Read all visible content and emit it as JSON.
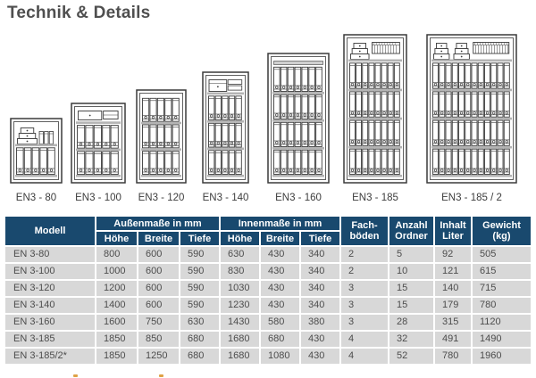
{
  "title": "Technik & Details",
  "safes": [
    {
      "label": "EN3 - 80"
    },
    {
      "label": "EN3 - 100"
    },
    {
      "label": "EN3 - 120"
    },
    {
      "label": "EN3 - 140"
    },
    {
      "label": "EN3 - 160"
    },
    {
      "label": "EN3 - 185"
    },
    {
      "label": "EN3 - 185 / 2"
    }
  ],
  "table": {
    "headers": {
      "modell": "Modell",
      "aussen": "Außenmaße in mm",
      "innen": "Innenmaße in mm",
      "hoehe": "Höhe",
      "breite": "Breite",
      "tiefe": "Tiefe",
      "fach1": "Fach-",
      "fach2": "böden",
      "anzahl1": "Anzahl",
      "anzahl2": "Ordner",
      "inhalt1": "Inhalt",
      "inhalt2": "Liter",
      "gewicht1": "Gewicht",
      "gewicht2": "(kg)"
    },
    "rows": [
      {
        "modell": "EN 3-80",
        "values": [
          "800",
          "600",
          "590",
          "630",
          "430",
          "340",
          "2",
          "5",
          "92",
          "505"
        ]
      },
      {
        "modell": "EN 3-100",
        "values": [
          "1000",
          "600",
          "590",
          "830",
          "430",
          "340",
          "2",
          "10",
          "121",
          "615"
        ]
      },
      {
        "modell": "EN 3-120",
        "values": [
          "1200",
          "600",
          "590",
          "1030",
          "430",
          "340",
          "3",
          "15",
          "140",
          "715"
        ]
      },
      {
        "modell": "EN 3-140",
        "values": [
          "1400",
          "600",
          "590",
          "1230",
          "430",
          "340",
          "3",
          "15",
          "179",
          "780"
        ]
      },
      {
        "modell": "EN 3-160",
        "values": [
          "1600",
          "750",
          "630",
          "1430",
          "580",
          "380",
          "3",
          "28",
          "315",
          "1120"
        ]
      },
      {
        "modell": "EN 3-185",
        "values": [
          "1850",
          "850",
          "680",
          "1680",
          "680",
          "430",
          "4",
          "32",
          "491",
          "1490"
        ]
      },
      {
        "modell": "EN 3-185/2*",
        "values": [
          "1850",
          "1250",
          "680",
          "1680",
          "1080",
          "430",
          "4",
          "52",
          "780",
          "1960"
        ]
      }
    ]
  },
  "colors": {
    "header_bg": "#19496E",
    "row_bg": "#D8D8D8",
    "line_art": "#3A3A3A",
    "footnote_orange": "#DFA245"
  }
}
